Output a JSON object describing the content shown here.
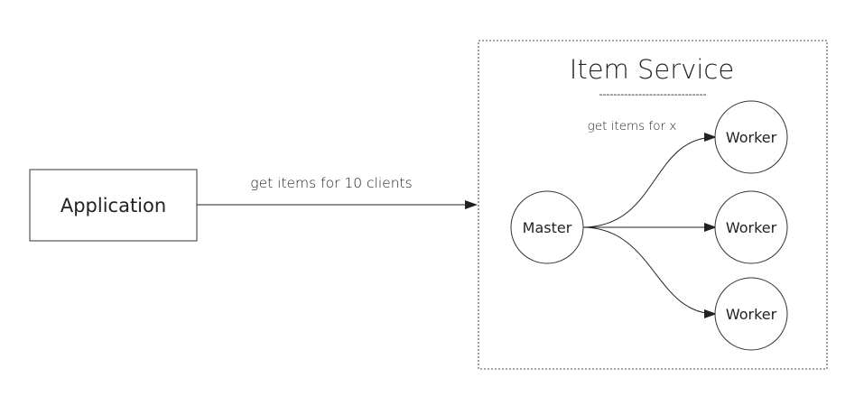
{
  "application": {
    "label": "Application"
  },
  "request": {
    "label": "get items for 10 clients"
  },
  "service": {
    "title": "Item Service",
    "underline": "------------------------------",
    "fanout_label": "get items for x",
    "master_label": "Master",
    "workers": [
      {
        "label": "Worker"
      },
      {
        "label": "Worker"
      },
      {
        "label": "Worker"
      }
    ]
  },
  "colors": {
    "stroke": "#333333",
    "text": "#222222",
    "background": "#ffffff"
  }
}
